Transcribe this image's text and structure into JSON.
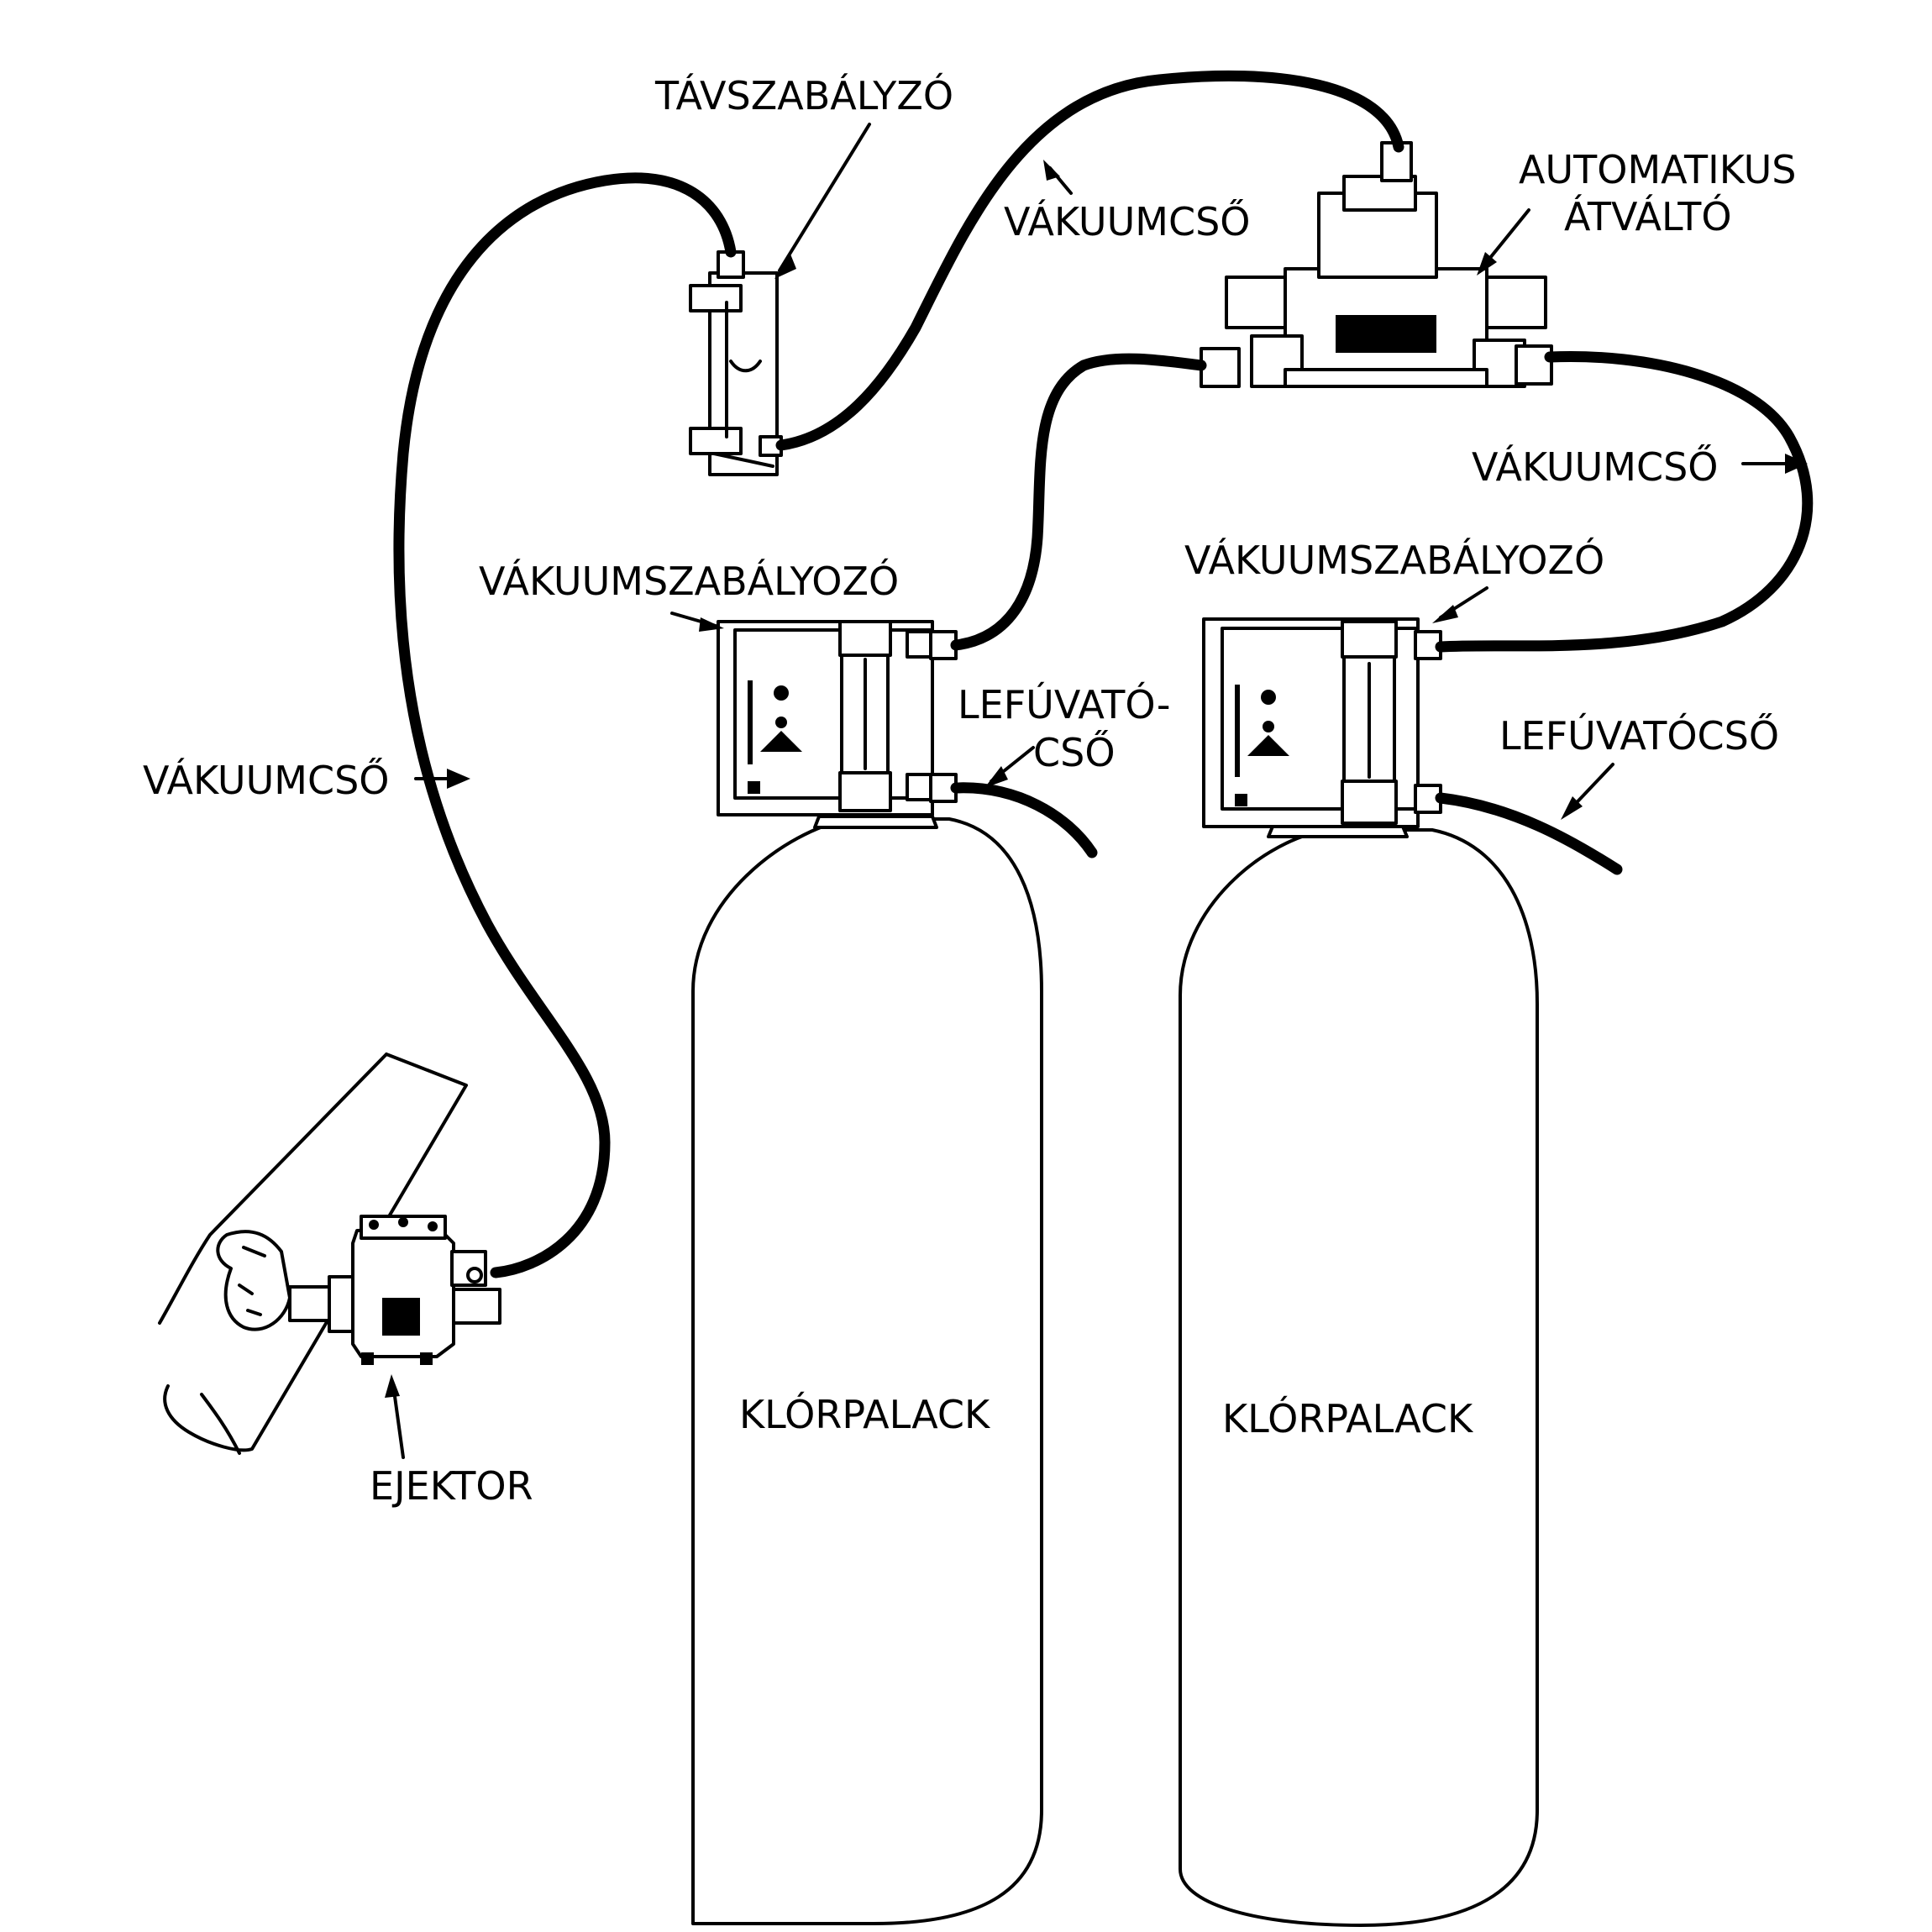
{
  "labels": {
    "remote_regulator": "TÁVSZABÁLYZÓ",
    "vacuum_tube_top": "VÁKUUMCSŐ",
    "auto_switch_line1": "AUTOMATIKUS",
    "auto_switch_line2": "ÁTVÁLTÓ",
    "vacuum_tube_right": "VÁKUUMCSŐ",
    "vacuum_regulator_left": "VÁKUUMSZABÁLYOZÓ",
    "vacuum_regulator_right": "VÁKUUMSZABÁLYOZÓ",
    "vent_tube_left_line1": "LEFÚVATÓ-",
    "vent_tube_left_line2": "CSŐ",
    "vent_tube_right": "LEFÚVATÓCSŐ",
    "vacuum_tube_left": "VÁKUUMCSŐ",
    "ejector": "EJEKTOR",
    "cylinder_left": "KLÓRPALACK",
    "cylinder_right": "KLÓRPALACK"
  }
}
